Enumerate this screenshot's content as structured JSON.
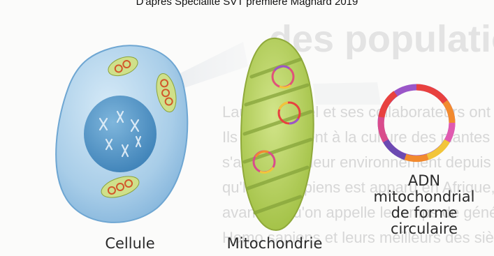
{
  "credit": "D'après Spécialité SVT première Magnard 2019",
  "labels": {
    "cell": "Cellule",
    "mitochondria": "Mitochondrie",
    "dna_line1": "ADN",
    "dna_line2": "mitochondrial",
    "dna_line3": "de forme",
    "dna_line4": "circulaire"
  },
  "background_text": {
    "heading": "des populations",
    "line1": "Laure Ségurel et ses collaborateurs ont étudié la fo",
    "line2": "Ils s'intéressent à la culture des plantes et des bosc",
    "line3": "s'adaptent à leur environnement depuis environ",
    "line4": "qu'Homo sapiens est apparu en Afrique, il y a",
    "line5": "avant ce qu'on appelle le temps de génération",
    "line6": "Homo sapiens et leurs meilleurs des siècles"
  },
  "colors": {
    "cell_fill": "#a9cde9",
    "nucleus_fill": "#5a9ac5",
    "mito_fill": "#b5cf5a",
    "dna_ring": [
      "#e8413f",
      "#f28a2e",
      "#f2c53a",
      "#e05ab0",
      "#9a56c8",
      "#6c4ab2"
    ]
  }
}
